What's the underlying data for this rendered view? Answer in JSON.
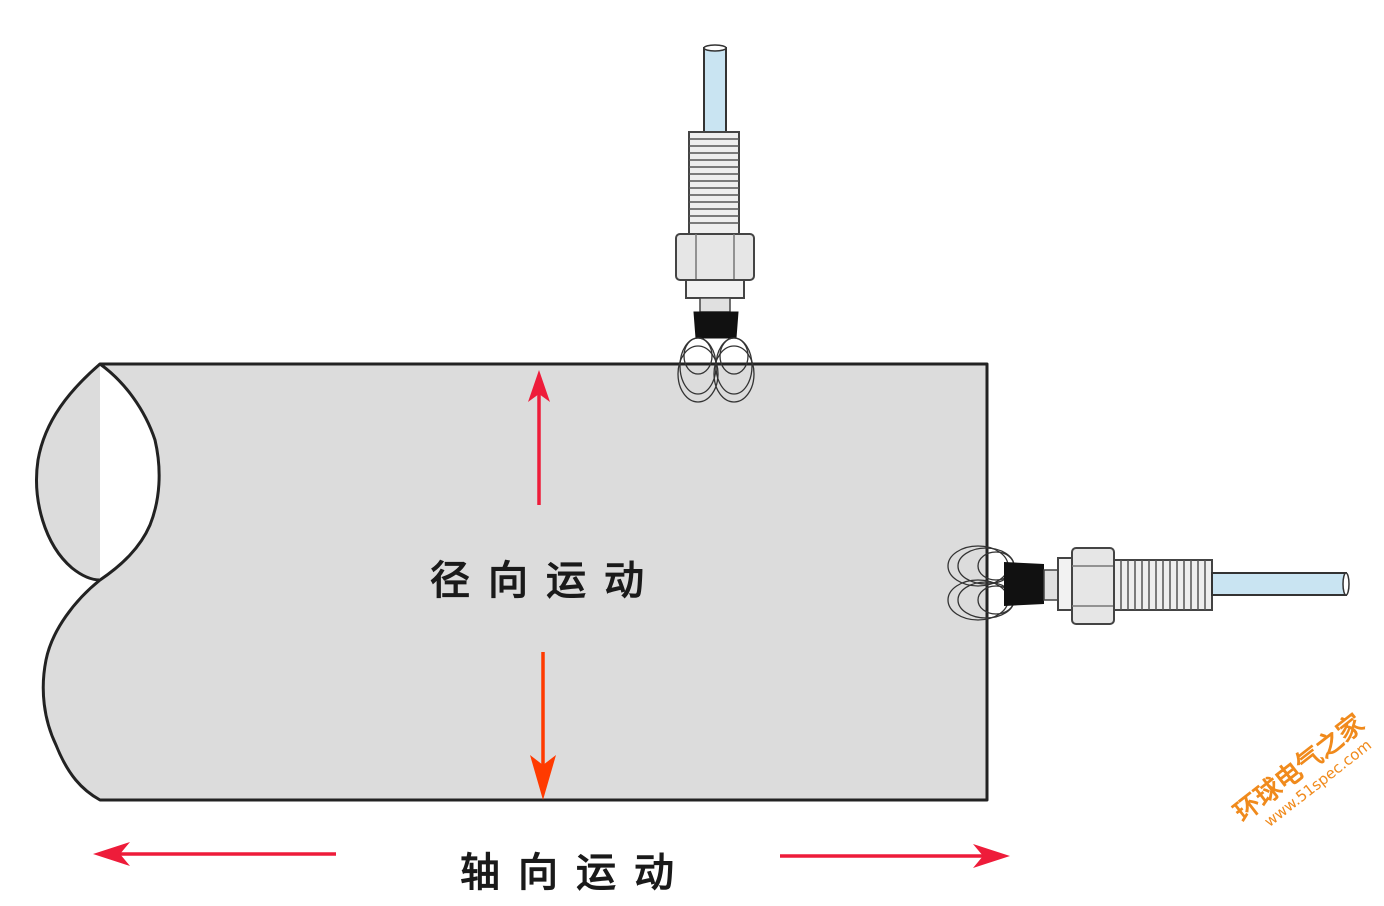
{
  "labels": {
    "radial": "径向运动",
    "axial": "轴向运动"
  },
  "watermark": {
    "name": "环球电气之家",
    "url": "www.51spec.com"
  },
  "colors": {
    "shaft_fill": "#dcdcdc",
    "outline": "#222222",
    "arrow_red": "#ee1c3a",
    "arrow_orange": "#ff3a00",
    "cable_blue": "#c9e4f2",
    "sensor_metal": "#e8e8e8",
    "watermark": "#f08a1c"
  },
  "icons": {
    "radial_probe": "proximity-probe-icon",
    "axial_probe": "proximity-probe-icon"
  }
}
